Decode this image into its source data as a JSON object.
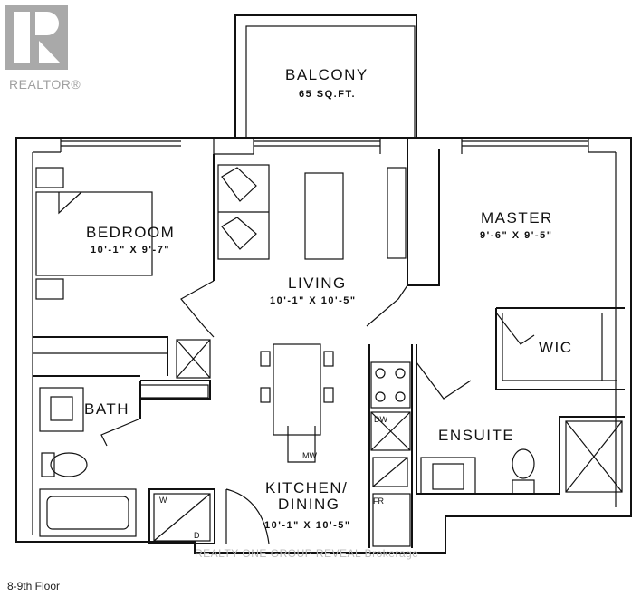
{
  "logo": {
    "text": "REALTOR®"
  },
  "rooms": {
    "balcony": {
      "name": "BALCONY",
      "size": "65 SQ.FT."
    },
    "bedroom": {
      "name": "BEDROOM",
      "size": "10'-1\" X 9'-7\""
    },
    "living": {
      "name": "LIVING",
      "size": "10'-1\" X 10'-5\""
    },
    "master": {
      "name": "MASTER",
      "size": "9'-6\" X 9'-5\""
    },
    "wic": {
      "name": "WIC"
    },
    "bath": {
      "name": "BATH"
    },
    "ensuite": {
      "name": "ENSUITE"
    },
    "kitchen": {
      "name_line1": "KITCHEN/",
      "name_line2": "DINING",
      "size": "10'-1\" X 10'-5\""
    }
  },
  "appliances": {
    "dw": "DW",
    "mw": "MW",
    "fr": "FR",
    "washer": "W",
    "dryer": "D"
  },
  "floor_label": "8-9th Floor",
  "watermark": "REALTY ONE GROUP REVEAL Brokerage"
}
